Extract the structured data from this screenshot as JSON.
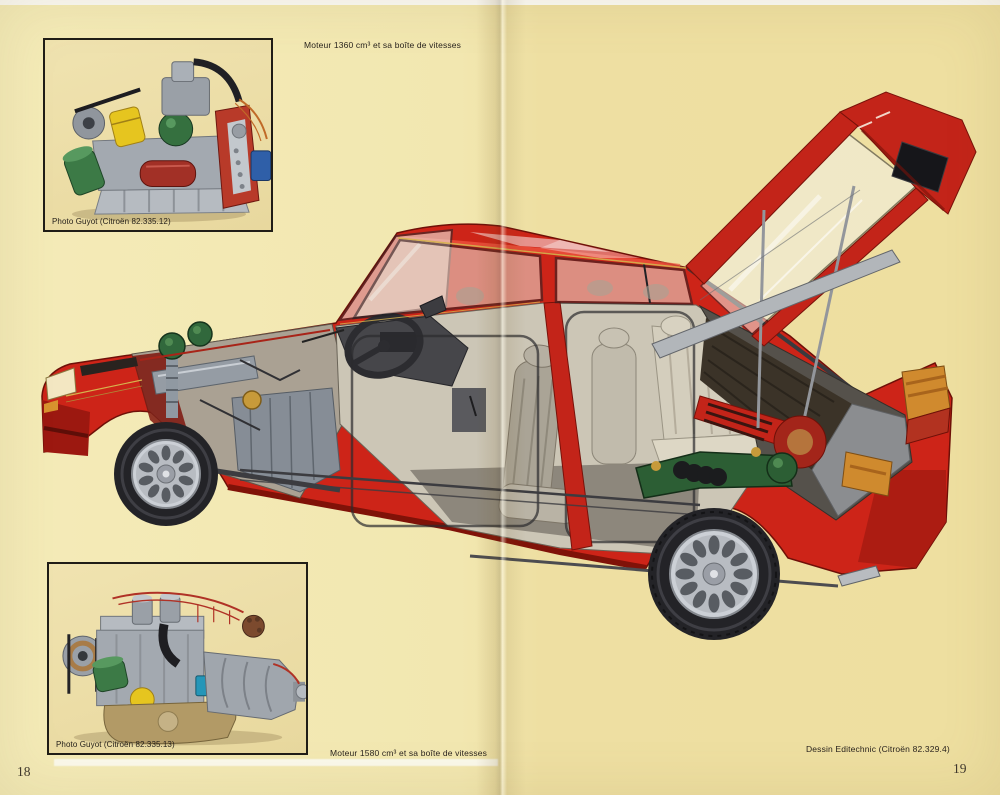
{
  "page": {
    "left_number": "18",
    "right_number": "19"
  },
  "captions": {
    "engine_1360": "Moteur 1360 cm³ et sa boîte de vitesses",
    "engine_1360_credit": "Photo Guyot (Citroën 82.335.12)",
    "engine_1580": "Moteur 1580 cm³ et sa boîte de vitesses",
    "engine_1580_credit": "Photo Guyot (Citroën 82.335.13)",
    "illustration_credit": "Dessin Editechnic (Citroën 82.329.4)"
  },
  "colors": {
    "paper_left": "#f4ebb8",
    "paper_right": "#eedfa2",
    "car_red": "#cd2418",
    "car_red_dark": "#78120a",
    "suspension_green": "#2c5e34",
    "interior_gray": "#ccc6b6",
    "tail_light_amber": "#d08a2e",
    "caption_ink": "#2a241e"
  }
}
